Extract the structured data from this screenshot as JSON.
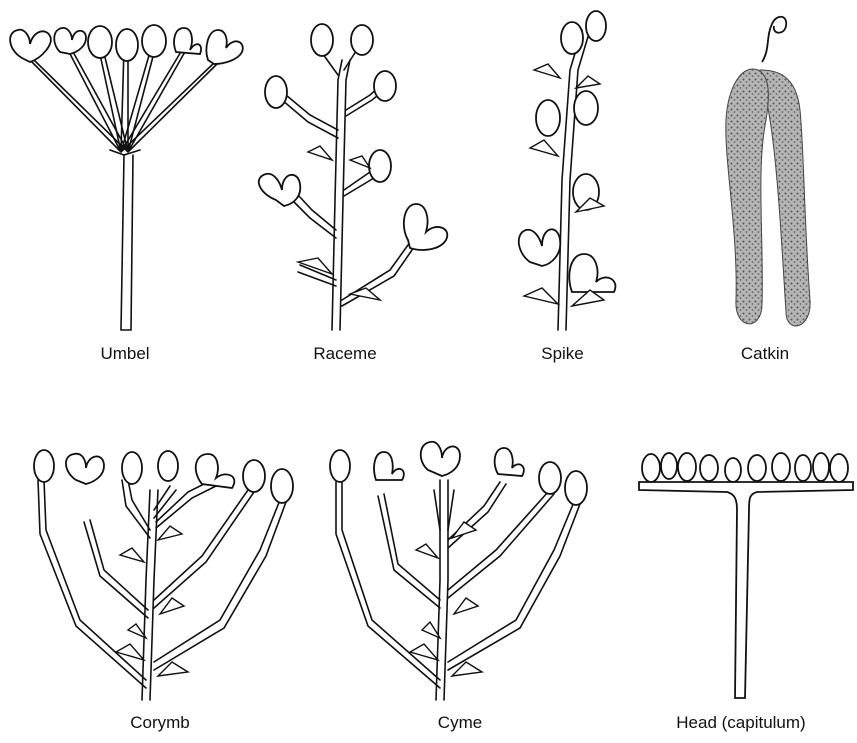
{
  "labels": {
    "umbel": "Umbel",
    "raceme": "Raceme",
    "spike": "Spike",
    "catkin": "Catkin",
    "corymb": "Corymb",
    "cyme": "Cyme",
    "head": "Head (capitulum)"
  },
  "colors": {
    "ink": "#111111",
    "catkin_fill": "#9a9a9a",
    "paper": "#ffffff"
  }
}
